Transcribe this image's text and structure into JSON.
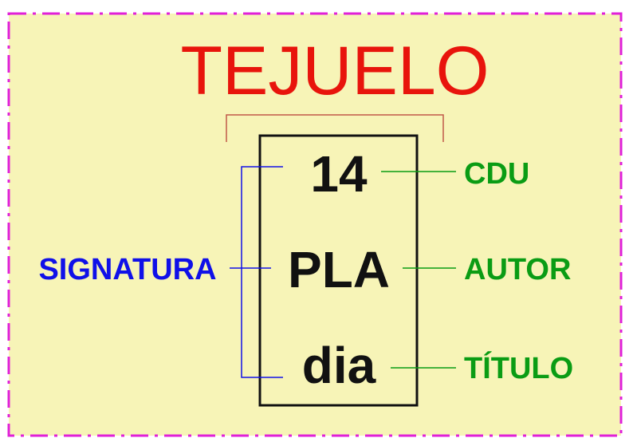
{
  "title": "TEJUELO",
  "label": {
    "lines": [
      "14",
      "PLA",
      "dia"
    ]
  },
  "parts": {
    "cdu": "CDU",
    "autor": "AUTOR",
    "titulo": "TÍTULO",
    "signatura": "SIGNATURA"
  },
  "colors": {
    "background": "#f7f4b7",
    "border": "#e020d8",
    "title": "#e8140c",
    "bracket_top": "#c05848",
    "signatura": "#1010e8",
    "parts": "#0a9c14",
    "label_border": "#111111",
    "label_text": "#111111"
  }
}
